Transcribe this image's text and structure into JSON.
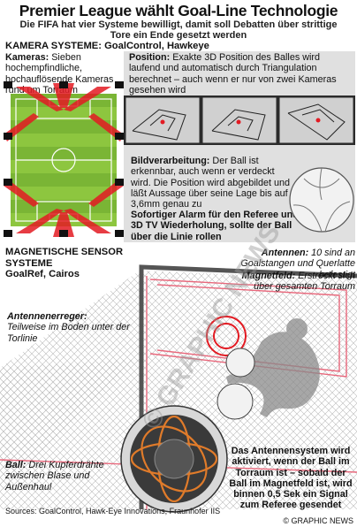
{
  "header": {
    "title": "Premier League wählt Goal-Line Technologie",
    "subtitle": "Die FIFA hat vier Systeme bewilligt, damit soll Debatten über strittige Tore ein Ende gesetzt werden"
  },
  "camera_section": {
    "heading": "KAMERA SYSTEME: GoalControl, Hawkeye",
    "cameras_term": "Kameras:",
    "cameras_text": "Sieben hochempfindliche, hochauflösende Kameras rund um Torraum",
    "position_term": "Position:",
    "position_text": "Exakte 3D Position des Balles wird laufend und automatisch durch Triangulation berechnet – auch wenn er nur von zwei Kameras gesehen wird",
    "processing_term": "Bildverarbeitung:",
    "processing_text": "Der Ball ist erkennbar, auch wenn er verdeckt wird. Die Position wird abgebildet und läßt Aussage über seine Lage bis auf 3,6mm genau zu",
    "alarm_text": "Sofortiger Alarm für den Referee und 3D TV Wiederholung, sollte der Ball über die Linie rollen"
  },
  "magnetic_section": {
    "heading": "MAGNETISCHE SENSOR SYSTEME",
    "systems": "GoalRef, Cairos",
    "antennas_term": "Antennen:",
    "antennas_text": "10 sind an Goalstangen und Querlatte befestigt",
    "field_term": "Magnetfeld:",
    "field_text": "Erstreckt sich über gesamten Torraum",
    "exciter_term": "Antennenerreger:",
    "exciter_text": "Teilweise im Boden unter der Torlinie",
    "ball_term": "Ball:",
    "ball_text": "Drei Kupferdrähte zwischen Blase und Außenhaul",
    "activation_text": "Das Antennensystem wird aktiviert, wenn der Ball im Torraum ist – sobald der Ball im Magnetfeld ist, wird binnen 0,5 Sek ein Signal zum Referee gesendet"
  },
  "footer": {
    "sources": "Sources: GoalControl, Hawk-Eye Innovations, Fraunhofer IIS",
    "credit": "© GRAPHIC NEWS"
  },
  "watermark": "© GRAPHIC NEWS",
  "colors": {
    "pitch": "#8dc63f",
    "pitch_dark": "#7ab535",
    "field_red": "#e31b23",
    "net_red": "#e8687c",
    "panel_grey": "#e0e0e0",
    "dark_panel": "#2b2b2b"
  }
}
